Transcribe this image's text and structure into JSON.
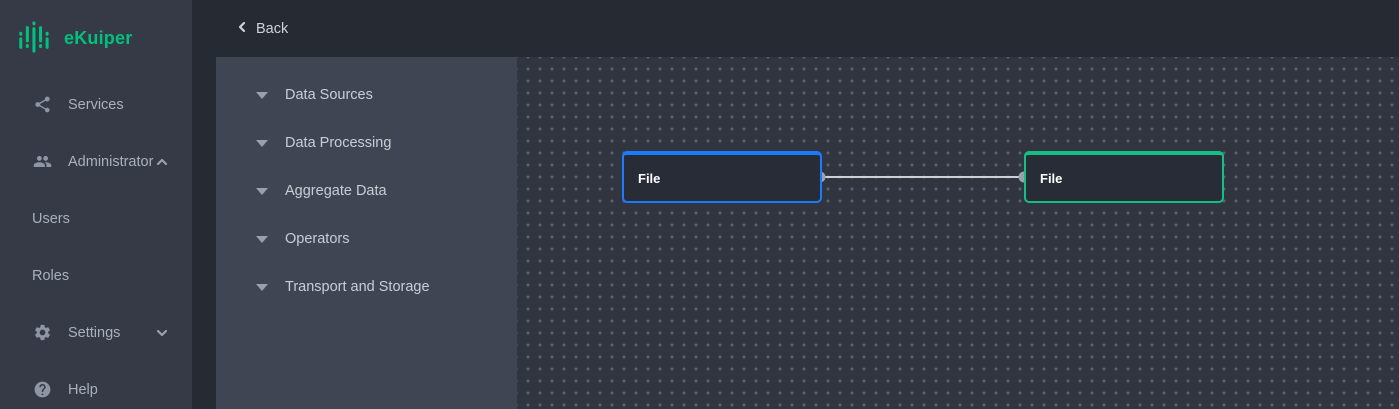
{
  "app": {
    "name": "eKuiper"
  },
  "colors": {
    "brand_green": "#00c27c",
    "sidebar_bg": "#353a46",
    "main_bg": "#262a33",
    "panel_bg": "#3f4553",
    "canvas_bg": "#30353f",
    "canvas_dot": "#5a6170",
    "node_fill": "#272c37",
    "edge_line": "#ccd0d6",
    "port_fill": "#9aa1ae"
  },
  "sidebar": {
    "logo": {
      "label": "eKuiper",
      "icon": "equalizer-bars-logo-icon"
    },
    "items": [
      {
        "label": "Services",
        "icon": "share-icon"
      },
      {
        "label": "Administrator",
        "icon": "people-icon",
        "chevron": "up",
        "expanded": true
      },
      {
        "label": "Users",
        "sub_item": true
      },
      {
        "label": "Roles",
        "sub_item": true
      },
      {
        "label": "Settings",
        "icon": "gear-icon",
        "chevron": "down",
        "expanded": false
      },
      {
        "label": "Help",
        "icon": "help-icon"
      }
    ]
  },
  "header": {
    "back_label": "Back",
    "back_icon": "chevron-left-icon"
  },
  "palette": {
    "sections": [
      {
        "label": "Data Sources",
        "state": "collapsed"
      },
      {
        "label": "Data Processing",
        "state": "collapsed"
      },
      {
        "label": "Aggregate Data",
        "state": "collapsed"
      },
      {
        "label": "Operators",
        "state": "collapsed"
      },
      {
        "label": "Transport and Storage",
        "state": "collapsed"
      }
    ]
  },
  "canvas": {
    "nodes": [
      {
        "label": "File",
        "accent": "#1b7bff",
        "role": "source",
        "port_side": "right"
      },
      {
        "label": "File",
        "accent": "#13bf83",
        "role": "target",
        "port_side": "left"
      }
    ],
    "edge": {
      "from_node": 0,
      "to_node": 1
    }
  }
}
